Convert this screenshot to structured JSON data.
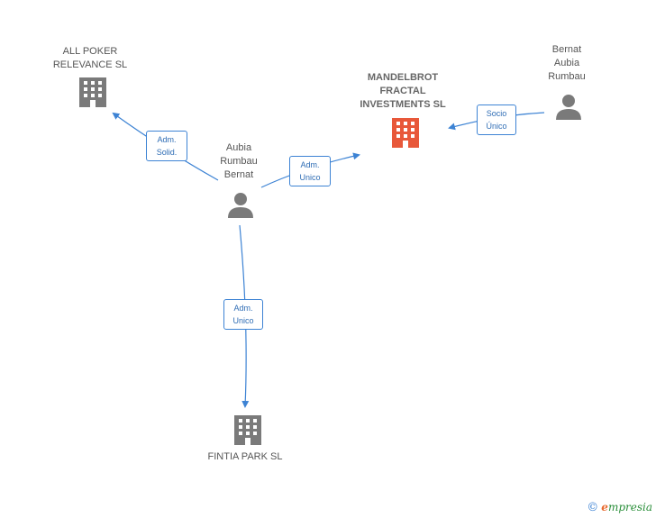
{
  "nodes": {
    "all_poker": {
      "label": "ALL POKER\nRELEVANCE SL",
      "icon": "building-icon",
      "color": "#7a7a7a"
    },
    "mandelbrot": {
      "label": "MANDELBROT\nFRACTAL\nINVESTMENTS SL",
      "icon": "building-icon",
      "color": "#e8583a"
    },
    "bernat_aubia": {
      "label": "Bernat\nAubia\nRumbau",
      "icon": "person-icon",
      "color": "#7a7a7a"
    },
    "aubia_rumbau": {
      "label": "Aubia\nRumbau\nBernat",
      "icon": "person-icon",
      "color": "#7a7a7a"
    },
    "fintia": {
      "label": "FINTIA PARK SL",
      "icon": "building-icon",
      "color": "#7a7a7a"
    }
  },
  "edges": {
    "adm_solid": "Adm.\nSolid.",
    "adm_unico_1": "Adm.\nUnico",
    "socio_unico": "Socio\nÚnico",
    "adm_unico_2": "Adm.\nUnico"
  },
  "colors": {
    "edge": "#3d83d4",
    "edge_label_text": "#2f6db5"
  },
  "footer": {
    "copyright": "©",
    "brand_e": "e",
    "brand_rest": "mpresia"
  }
}
